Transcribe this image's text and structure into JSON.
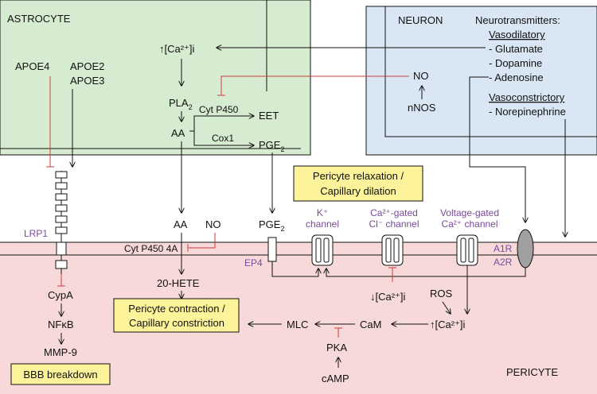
{
  "colors": {
    "astrocyte_fill": "#d6ecd0",
    "neuron_fill": "#d9e7f4",
    "pericyte_fill": "#f7d9da",
    "note_fill": "#fdf39a",
    "inhibit_red": "#d23b3b",
    "label_purple": "#7a4a9a"
  },
  "astrocyte": {
    "title": "ASTROCYTE",
    "apoe4": "APOE4",
    "apoe2": "APOE2",
    "apoe3": "APOE3",
    "ca_i": "↑[Ca²⁺]i",
    "pla2": "PLA",
    "pla2_sub": "2",
    "aa": "AA",
    "cyt_p450": "Cyt P450",
    "eet": "EET",
    "cox1": "Cox1",
    "pge2": "PGE",
    "pge2_sub": "2"
  },
  "neuron": {
    "title": "NEURON",
    "nt_heading": "Neurotransmitters:",
    "vasodilatory": "Vasodilatory",
    "vasodilatory_items": [
      "- Glutamate",
      "- Dopamine",
      "- Adenosine"
    ],
    "vasoconstrictory": "Vasoconstrictory",
    "vasoconstrictory_items": [
      "- Norepinephrine"
    ],
    "no": "NO",
    "nnos": "nNOS"
  },
  "pericyte": {
    "title": "PERICYTE",
    "lrp1": "LRP1",
    "cypa": "CypA",
    "nfkb": "NFκB",
    "mmp9": "MMP-9",
    "bbb": "BBB breakdown",
    "aa": "AA",
    "no": "NO",
    "cyt_p450_4a": "Cyt P450 4A",
    "hete": "20-HETE",
    "contraction_line1": "Pericyte contraction /",
    "contraction_line2": "Capillary constriction",
    "relaxation_line1": "Pericyte relaxation /",
    "relaxation_line2": "Capillary dilation",
    "pge2": "PGE",
    "pge2_sub": "2",
    "ep4": "EP4",
    "k_channel_1": "K⁺",
    "k_channel_2": "channel",
    "cl_channel_1": "Ca²⁺-gated",
    "cl_channel_2": "Cl⁻ channel",
    "ca_channel_1": "Voltage-gated",
    "ca_channel_2": "Ca²⁺ channel",
    "a1r": "A1R",
    "a2r": "A2R",
    "ca_down": "↓[Ca²⁺]i",
    "ros": "ROS",
    "ca_up": "↑[Ca²⁺]i",
    "mlc": "MLC",
    "cam": "CaM",
    "pka": "PKA",
    "camp": "cAMP"
  }
}
